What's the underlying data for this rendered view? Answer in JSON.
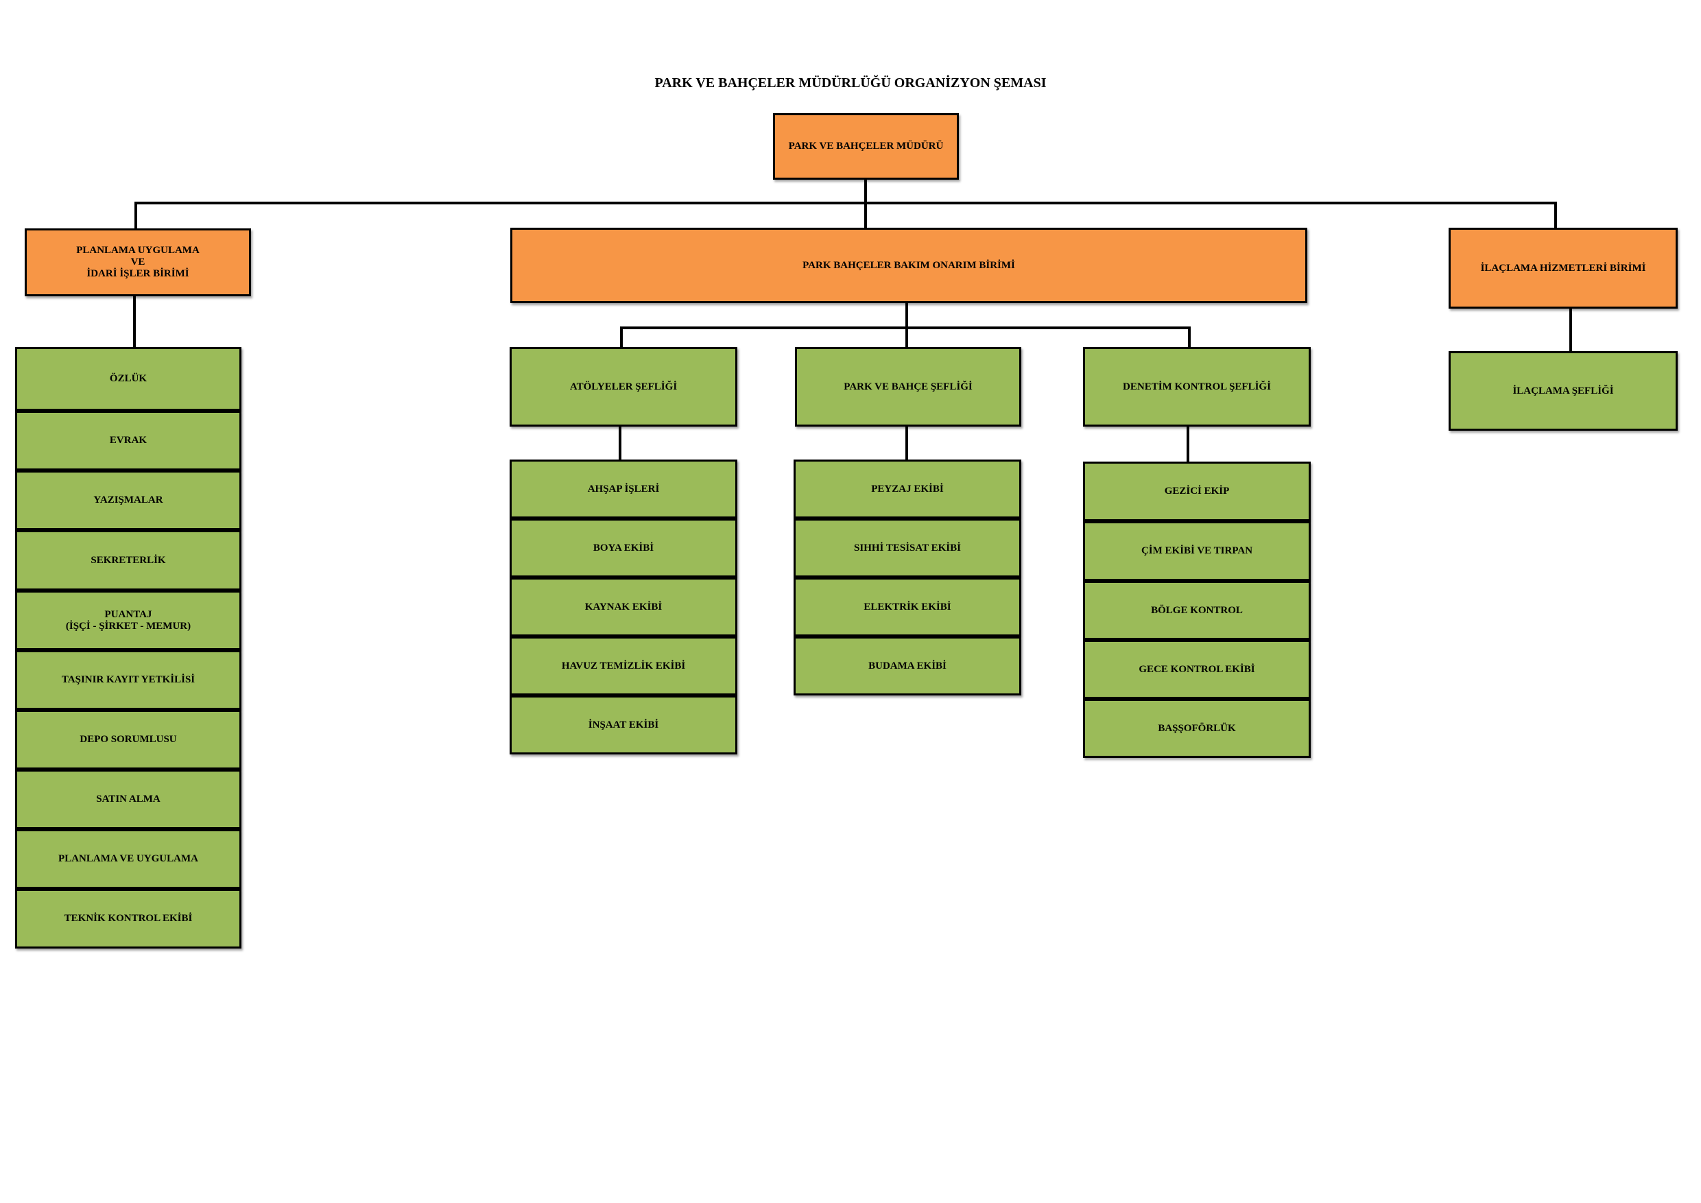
{
  "title": "PARK VE BAHÇELER MÜDÜRLÜĞÜ ORGANİZYON ŞEMASI",
  "colors": {
    "unit": "#f79646",
    "team": "#9bbb59",
    "line": "#000000"
  },
  "director": "PARK VE BAHÇELER MÜDÜRÜ",
  "units": {
    "planning": "PLANLAMA UYGULAMA\nVE\nİDARİ İŞLER BİRİMİ",
    "maintenance": "PARK BAHÇELER BAKIM ONARIM BİRİMİ",
    "spraying": "İLAÇLAMA HİZMETLERİ BİRİMİ"
  },
  "planning_items": [
    "ÖZLÜK",
    "EVRAK",
    "YAZIŞMALAR",
    "SEKRETERLİK",
    "PUANTAJ\n(İŞÇİ - ŞİRKET - MEMUR)",
    "TAŞINIR KAYIT YETKİLİSİ",
    "DEPO SORUMLUSU",
    "SATIN ALMA",
    "PLANLAMA VE UYGULAMA",
    "TEKNİK KONTROL EKİBİ"
  ],
  "chiefdoms": {
    "workshops": "ATÖLYELER ŞEFLİĞİ",
    "park_garden": "PARK VE BAHÇE ŞEFLİĞİ",
    "inspection": "DENETİM KONTROL ŞEFLİĞİ",
    "spraying": "İLAÇLAMA ŞEFLİĞİ"
  },
  "workshop_items": [
    "AHŞAP İŞLERİ",
    "BOYA EKİBİ",
    "KAYNAK EKİBİ",
    "HAVUZ TEMİZLİK EKİBİ",
    "İNŞAAT EKİBİ"
  ],
  "park_items": [
    "PEYZAJ EKİBİ",
    "SIHHİ TESİSAT EKİBİ",
    "ELEKTRİK EKİBİ",
    "BUDAMA EKİBİ"
  ],
  "inspection_items": [
    "GEZİCİ EKİP",
    "ÇİM EKİBİ  VE TIRPAN",
    "BÖLGE KONTROL",
    "GECE KONTROL EKİBİ",
    "BAŞŞOFÖRLÜK"
  ]
}
